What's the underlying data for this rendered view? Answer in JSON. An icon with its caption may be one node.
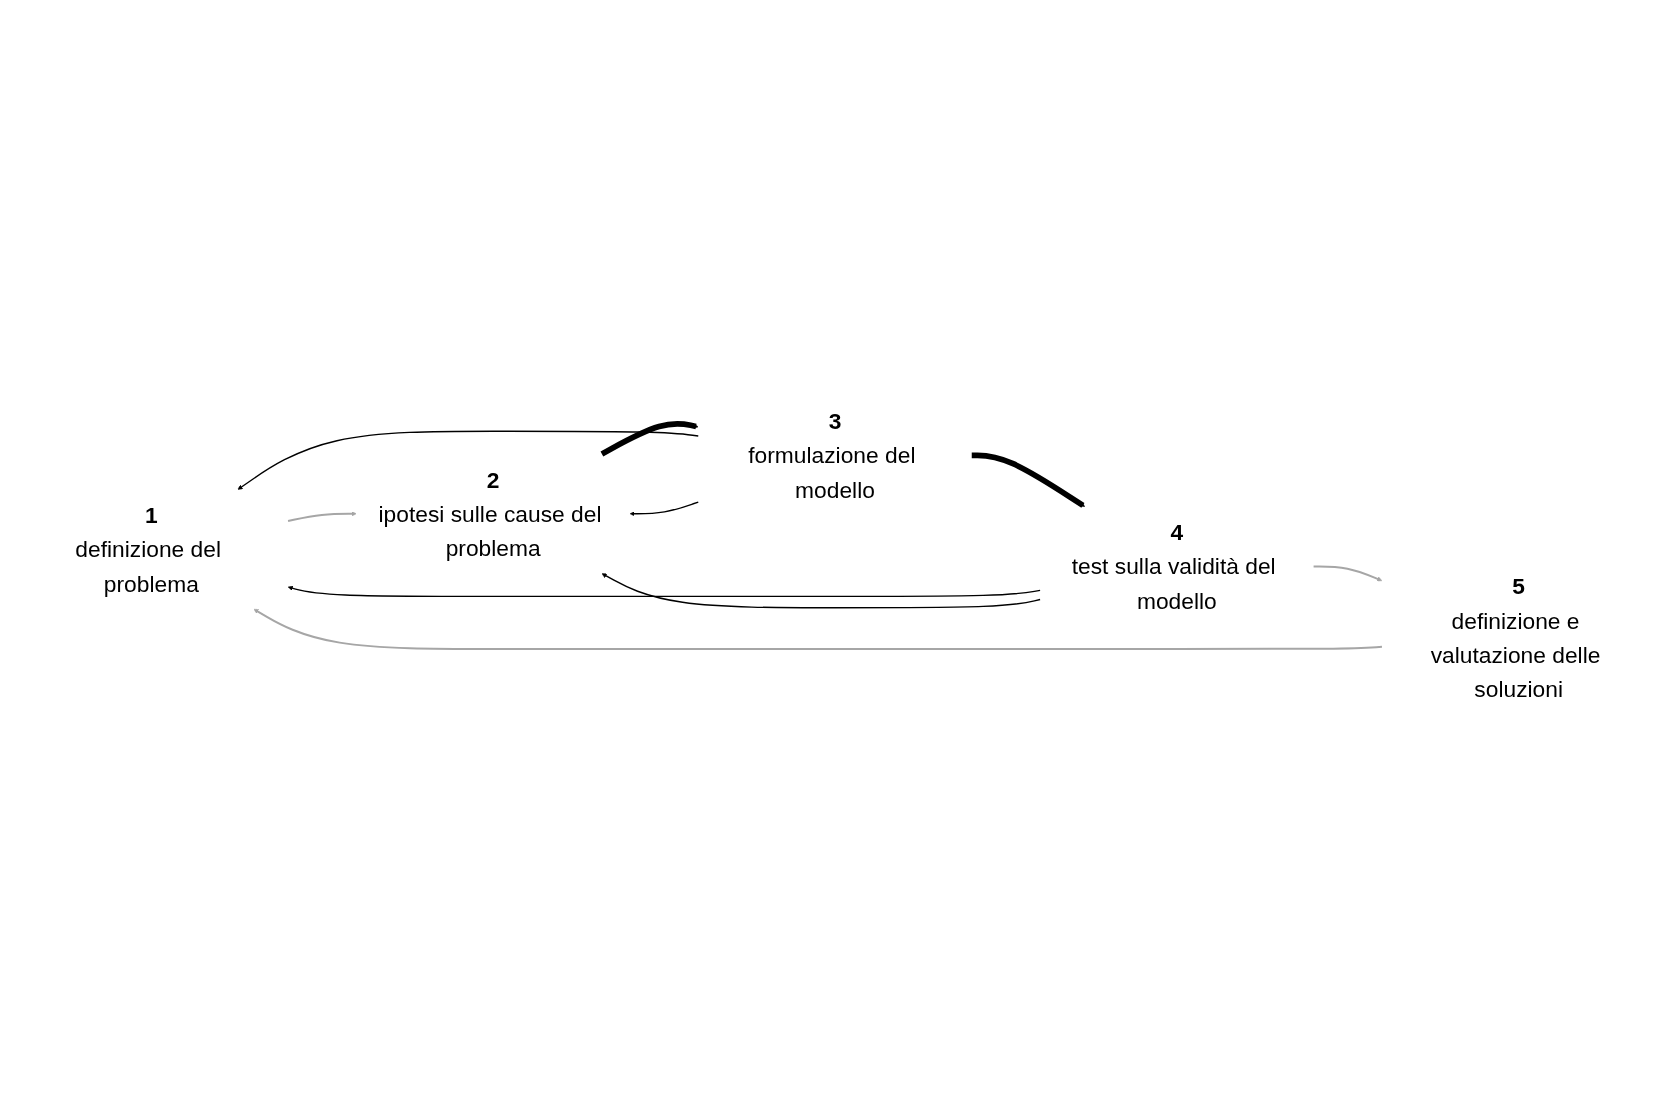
{
  "diagram": {
    "nodes": [
      {
        "text": [
          "1",
          "definizione del problema"
        ]
      },
      {
        "text": [
          "2",
          "ipotesi sulle cause del problema"
        ]
      },
      {
        "text": [
          "3",
          "formulazione del modello"
        ]
      },
      {
        "text": [
          "4",
          "test sulla validità del modello"
        ]
      },
      {
        "text": [
          "5",
          "definizione e valutazione delle soluzioni"
        ]
      }
    ],
    "edges": [
      {
        "from": 0,
        "to": 1,
        "arrow": "to",
        "color": "#a6a6a6"
      },
      {
        "from": 1,
        "to": 2,
        "arrow": "to",
        "style": "thick"
      },
      {
        "from": 2,
        "to": 3,
        "arrow": "to",
        "style": "thick"
      },
      {
        "from": 3,
        "to": 4,
        "arrow": "to",
        "color": "#a6a6a6"
      },
      {
        "from": 4,
        "to": 0,
        "arrow": "to",
        "color": "#a6a6a6"
      },
      {
        "from": 3,
        "to": 0,
        "arrow": "to"
      },
      {
        "from": 3,
        "to": 1,
        "arrow": "to"
      },
      {
        "from": 2,
        "to": 0,
        "arrow": "to"
      },
      {
        "from": 2,
        "to": 1,
        "arrow": "to"
      }
    ]
  }
}
